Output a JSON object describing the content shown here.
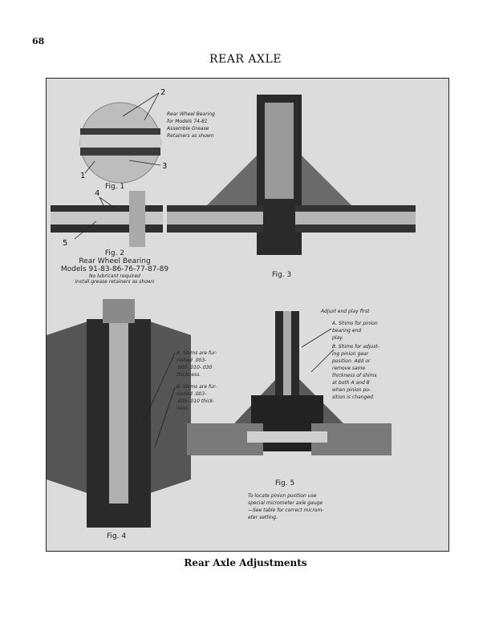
{
  "page_number": "68",
  "title": "REAR AXLE",
  "caption": "Rear Axle Adjustments",
  "figures": {
    "fig1": {
      "label": "Fig. 1",
      "note": [
        "Rear Wheel Bearing",
        "for Models 74-81",
        "Assemble Grease",
        "Retainers as shown"
      ],
      "callouts": [
        "1",
        "2",
        "3"
      ]
    },
    "fig2": {
      "label": "Fig. 2",
      "title": "Rear Wheel Bearing",
      "models": "Models 91-83-86-76-77-87-89",
      "note1": "No lubricant required",
      "note2": "Install grease retainers as shown",
      "callouts": [
        "4",
        "5"
      ]
    },
    "fig3": {
      "label": "Fig. 3"
    },
    "fig4": {
      "label": "Fig. 4",
      "note_a": [
        "A. Shims are fur-",
        "nished .003-",
        ".005-.010-.030",
        "thickness."
      ],
      "note_b": [
        "B. Shims are fur-",
        "nished .003-",
        ".005-.010 thick-",
        "ness."
      ]
    },
    "fig5": {
      "label": "Fig. 5",
      "heading": "Adjust end play first",
      "note_a": [
        "A. Shims for pinion",
        "bearing end",
        "play."
      ],
      "note_b": [
        "B. Shims for adjust-",
        "ing pinion gear",
        "position. Add or",
        "remove same",
        "thickness of shims",
        "at both A and B",
        "when pinion po-",
        "sition is changed."
      ],
      "bottom_note": [
        "To locate pinion position use",
        "special micrometer axle gauge",
        "—See table for correct microm-",
        "eter setting."
      ]
    }
  }
}
